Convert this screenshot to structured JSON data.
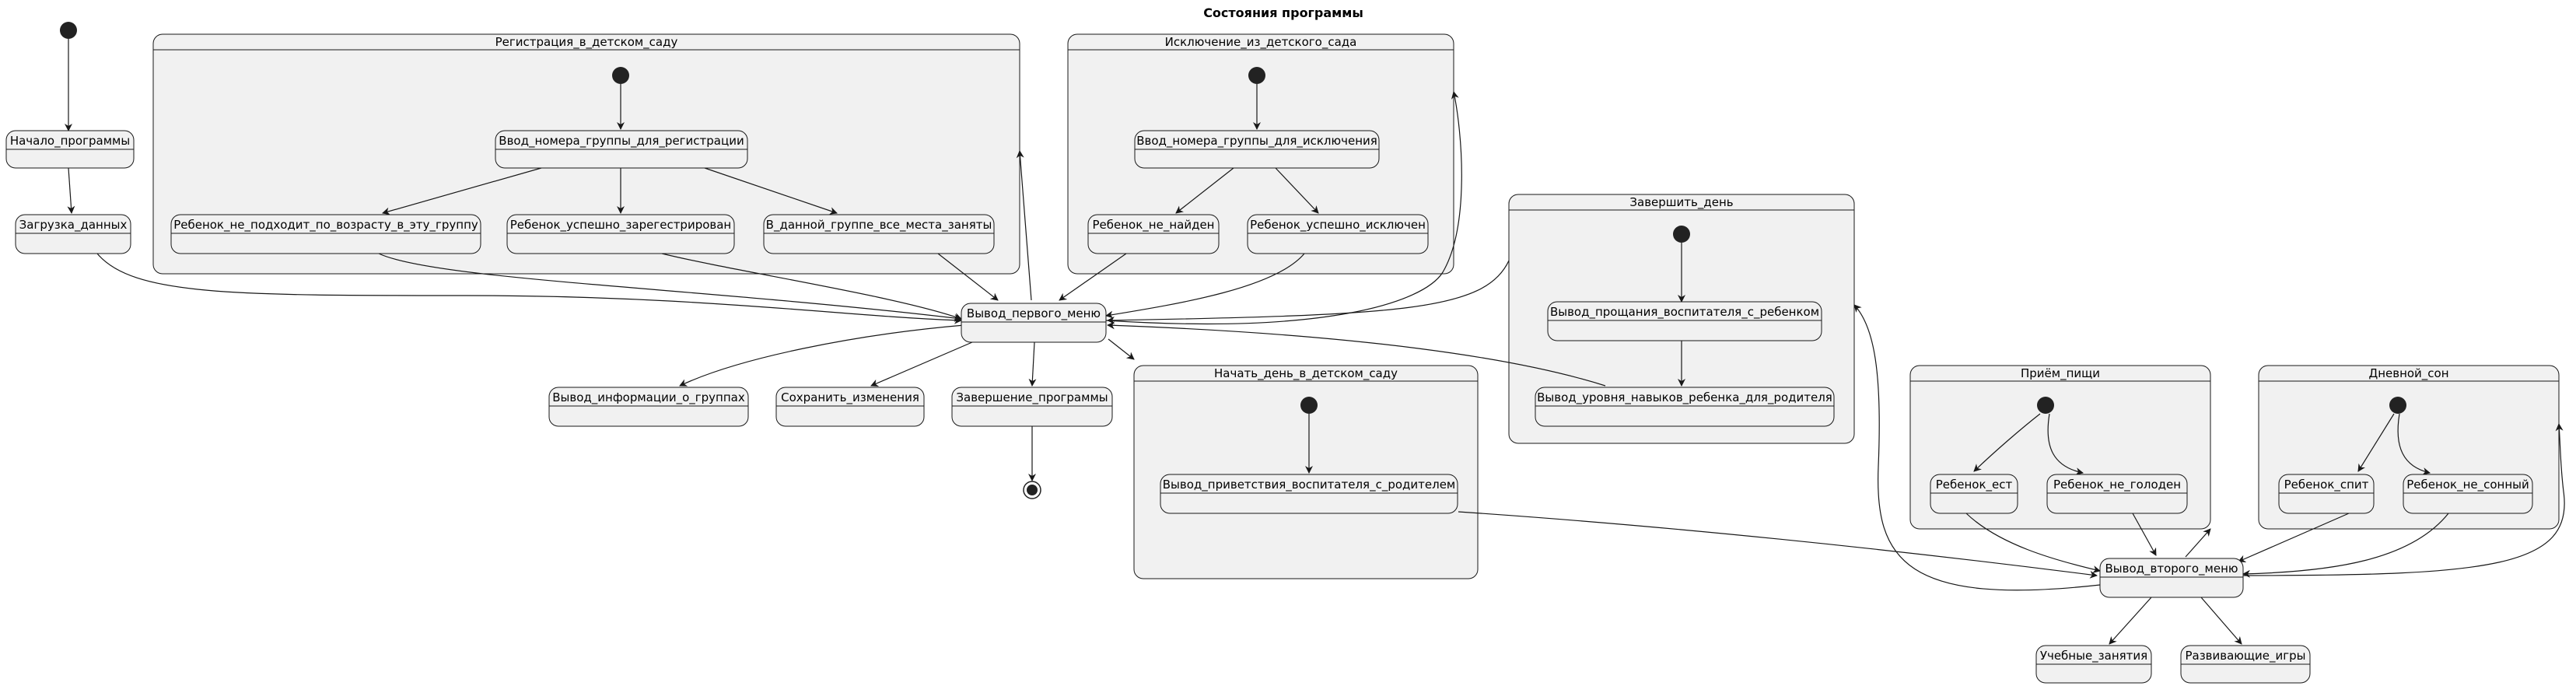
{
  "title": "Состояния программы",
  "colors": {
    "fill": "#F1F1F1",
    "stroke": "#181818",
    "text": "#000000",
    "start": "#222222"
  },
  "composites": {
    "registration": "Регистрация_в_детском_саду",
    "exclusion": "Исключение_из_детского_сада",
    "end_day": "Завершить_день",
    "start_day": "Начать_день_в_детском_саду",
    "meal": "Приём_пищи",
    "nap": "Дневной_сон"
  },
  "states": {
    "program_start": "Начало_программы",
    "data_loading": "Загрузка_данных",
    "reg_group_input": "Ввод_номера_группы_для_регистрации",
    "child_wrong_age": "Ребенок_не_подходит_по_возрасту_в_эту_группу",
    "child_registered": "Ребенок_успешно_зарегестрирован",
    "group_full": "В_данной_группе_все_места_заняты",
    "excl_group_input": "Ввод_номера_группы_для_исключения",
    "child_not_found": "Ребенок_не_найден",
    "child_excluded": "Ребенок_успешно_исключен",
    "first_menu": "Вывод_первого_меню",
    "group_info": "Вывод_информации_о_группах",
    "save_changes": "Сохранить_изменения",
    "program_end": "Завершение_программы",
    "teacher_farewell": "Вывод_прощания_воспитателя_с_ребенком",
    "skill_level": "Вывод_уровня_навыков_ребенка_для_родителя",
    "teacher_greeting": "Вывод_приветствия_воспитателя_с_родителем",
    "child_eating": "Ребенок_ест",
    "child_not_hungry": "Ребенок_не_голоден",
    "child_sleeping": "Ребенок_спит",
    "child_not_sleepy": "Ребенок_не_сонный",
    "second_menu": "Вывод_второго_меню",
    "lessons": "Учебные_занятия",
    "games": "Развивающие_игры"
  }
}
